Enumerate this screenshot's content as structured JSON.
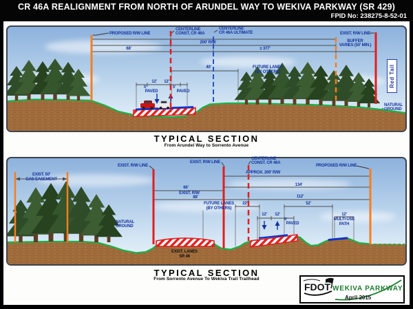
{
  "header": {
    "title": "CR 46A REALIGNMENT FROM NORTH OF ARUNDEL WAY TO WEKIVA PARKWAY (SR 429)",
    "fpid": "FPID No: 238275-8-52-01"
  },
  "section1": {
    "title": "TYPICAL SECTION",
    "subtitle": "From Arundel Way to Sorrento Avenue",
    "labels": {
      "proposed_rw": "PROPOSED R/W LINE",
      "centerline_const_1": "CENTERLINE",
      "centerline_const_2": "CONST, CR 46A",
      "centerline_ult_1": "CENTERLINE",
      "centerline_ult_2": "CR 46A ULTIMATE",
      "exist_rw": "EXIST. R/W LINE",
      "buffer_1": "BUFFER",
      "buffer_2": "VARIES (50' MIN.)",
      "future_lanes_1": "FUTURE LANES",
      "future_lanes_2": "(BY OTHERS)",
      "paved_left_width": "5'",
      "paved_left": "PAVED",
      "paved_right_width": "5'",
      "paved_right": "PAVED",
      "red_tail": "Red Tail",
      "natural_ground_1": "NATURAL",
      "natural_ground_2": "GROUND"
    },
    "dims": {
      "rw200": "200' R/W",
      "d68": "68'",
      "d377": "± 377'",
      "d40": "40'",
      "lane_left": "12'",
      "lane_right": "12'"
    }
  },
  "section2": {
    "title": "TYPICAL SECTION",
    "subtitle": "From Sorrento Avenue To Wekiva Trail Trailhead",
    "labels": {
      "gas_easement_1": "EXIST. 50'",
      "gas_easement_2": "GAS EASEMENT",
      "exist_rw_left": "EXIST. R/W LINE",
      "exist_rw_right": "EXIST. R/W LINE",
      "centerline_const_1": "CENTERLINE",
      "centerline_const_2": "CONST. CR 46A",
      "proposed_rw": "PROPOSED R/W LINE",
      "future_lanes_1": "FUTURE LANES",
      "future_lanes_2": "(BY OTHERS)",
      "paved_width": "5'",
      "paved": "PAVED",
      "multiuse_1": "12'",
      "multiuse_2": "MULTI-USE",
      "multiuse_3": "PATH",
      "natural_ground_1": "NATURAL",
      "natural_ground_2": "GROUND",
      "exist_lanes_1": "EXIST. LANES",
      "exist_lanes_2": "SR 46"
    },
    "dims": {
      "approx_rw": "APPROX. 200' R/W",
      "d66": "66'",
      "exist_rw": "EXIST. R/W",
      "d88": "88'",
      "d134": "134'",
      "d112": "112'",
      "d22": "22'",
      "d52": "52'",
      "lane_left": "12'",
      "lane_right": "12'"
    }
  },
  "footer_logo": {
    "agency": "FDOT",
    "project": "WEKIVA PARKWAY",
    "date": "April 2015"
  },
  "colors": {
    "rw_proposed_orange": "#F57E20",
    "rw_exist_red": "#E31D1D",
    "centerline_ultimate_blue": "#2B50C8",
    "annotation_blue": "#14339E",
    "ground_green": "#17B34A",
    "pavement_blue": "#1133CC"
  }
}
